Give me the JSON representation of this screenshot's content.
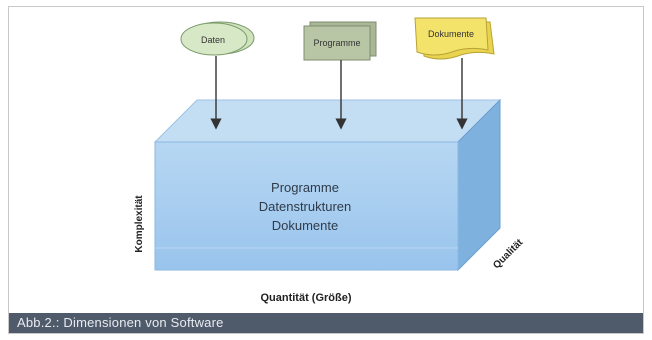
{
  "inputs": {
    "daten": "Daten",
    "programme": "Programme",
    "dokumente": "Dokumente"
  },
  "cube_lines": [
    "Programme",
    "Datenstrukturen",
    "Dokumente"
  ],
  "axes": {
    "komplexitaet": "Komplexität",
    "quantitaet": "Quantität (Größe)",
    "qualitaet": "Qualität"
  },
  "caption": "Abb.2.: Dimensionen von Software",
  "colors": {
    "cube_front": "#a6cdef",
    "cube_top": "#c3ddf3",
    "cube_side": "#7fb1df",
    "daten_fill": "#cfe3bb",
    "programme_fill": "#b8c6a6",
    "dokumente_fill": "#f3e36b",
    "caption_bar": "#4f5a6a"
  }
}
